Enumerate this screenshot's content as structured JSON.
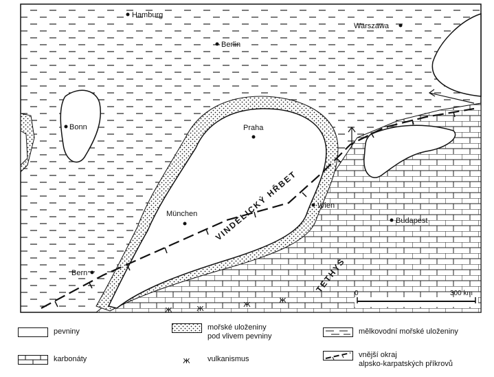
{
  "cities": {
    "hamburg": "Hamburg",
    "warszawa": "Warszawa",
    "berlin": "Berlin",
    "bonn": "Bonn",
    "praha": "Praha",
    "wien": "Wien",
    "munchen": "München",
    "budapest": "Budapest",
    "bern": "Bern"
  },
  "regions": {
    "vindelicky_hrbet": "VINDELICKÝ HŘBET",
    "tethys": "TETHYS"
  },
  "scale": {
    "min_label": "0",
    "max_label": "300 km",
    "length_km": 300
  },
  "legend": {
    "land": "pevniny",
    "marine_land_line1": "mořské uloženiny",
    "marine_land_line2": "pod vlivem pevniny",
    "shallow_marine": "mělkovodní mořské uloženiny",
    "carbonates": "karbonáty",
    "volcanism": "vulkanismus",
    "nappe_line1": "vnější okraj",
    "nappe_line2": "alpsko-karpatských příkrovů"
  },
  "colors": {
    "ink": "#111111",
    "paper": "#ffffff"
  }
}
